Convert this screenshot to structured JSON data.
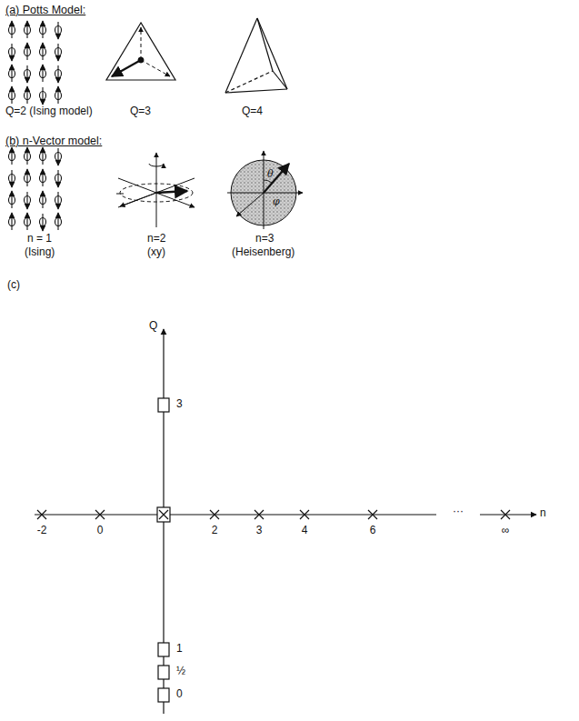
{
  "diagram": {
    "labels": [
      "(a) Potts Model:",
      "Q=2 (Ising model)",
      "Q=3",
      "Q=4",
      "(b) n-Vector model:",
      "n = 1",
      "(Ising)",
      "n=2",
      "(xy)",
      "n=3",
      "(Heisenberg)",
      "θ",
      "φ",
      "(c)",
      "Q",
      "3",
      "1",
      "½",
      "0",
      "-2",
      "0",
      "2",
      "3",
      "4",
      "6",
      "···",
      "∞",
      "n"
    ]
  }
}
